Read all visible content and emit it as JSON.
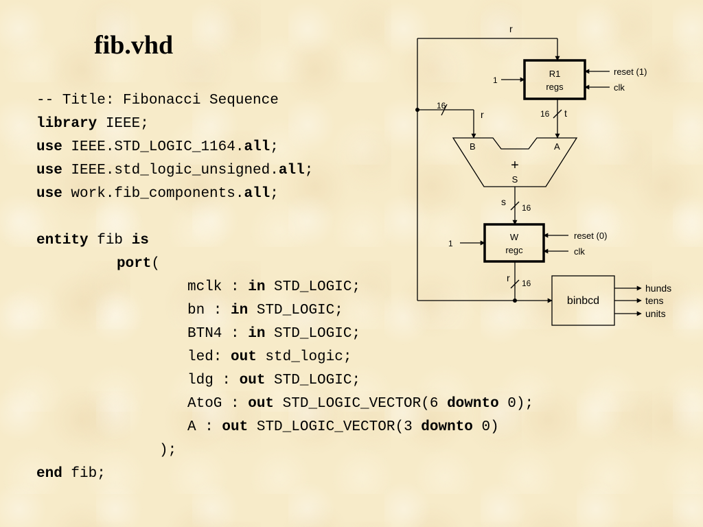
{
  "title": "fib.vhd",
  "code": {
    "l1": "-- Title: Fibonacci Sequence",
    "l2_kw": "library",
    "l2_t": " IEEE;",
    "l3_kw": "use",
    "l3_t": " IEEE.STD_LOGIC_1164.",
    "l3_kw2": "all",
    "l3_end": ";",
    "l4_kw": "use",
    "l4_t": " IEEE.std_logic_unsigned.",
    "l4_kw2": "all",
    "l4_end": ";",
    "l5_kw": "use",
    "l5_t": " work.fib_components.",
    "l5_kw2": "all",
    "l5_end": ";",
    "l6_kw": "entity",
    "l6_t": " fib ",
    "l6_kw2": "is",
    "l7_kw": "port",
    "l7_t": "(",
    "l8_t": "mclk : ",
    "l8_kw": "in",
    "l8_t2": " STD_LOGIC;",
    "l9_t": "bn : ",
    "l9_kw": "in",
    "l9_t2": " STD_LOGIC;",
    "l10_t": "BTN4 : ",
    "l10_kw": "in",
    "l10_t2": " STD_LOGIC;",
    "l11_t": "led: ",
    "l11_kw": "out",
    "l11_t2": " std_logic;",
    "l12_t": "ldg : ",
    "l12_kw": "out",
    "l12_t2": " STD_LOGIC;",
    "l13_t": "AtoG : ",
    "l13_kw": "out",
    "l13_t2": " STD_LOGIC_VECTOR(6 ",
    "l13_kw2": "downto",
    "l13_t3": " 0);",
    "l14_t": "A : ",
    "l14_kw": "out",
    "l14_t2": " STD_LOGIC_VECTOR(3 ",
    "l14_kw2": "downto",
    "l14_t3": " 0)",
    "l15_t": ");",
    "l16_kw": "end",
    "l16_t": " fib;"
  },
  "diagram": {
    "r_top": "r",
    "r1_name": "R1",
    "r1_sub": "regs",
    "r1_in": "1",
    "r1_reset": "reset  (1)",
    "r1_clk": "clk",
    "bus16_left": "16",
    "r_left": "r",
    "bus16_t": "16",
    "t_label": "t",
    "adder_b": "B",
    "adder_a": "A",
    "adder_plus": "+",
    "adder_s": "S",
    "s_label": "s",
    "bus16_s": "16",
    "w_name": "W",
    "w_sub": "regc",
    "w_in": "1",
    "w_reset": "reset  (0)",
    "w_clk": "clk",
    "r_bot": "r",
    "bus16_bot": "16",
    "binbcd": "binbcd",
    "hunds": "hunds",
    "tens": "tens",
    "units": "units"
  }
}
